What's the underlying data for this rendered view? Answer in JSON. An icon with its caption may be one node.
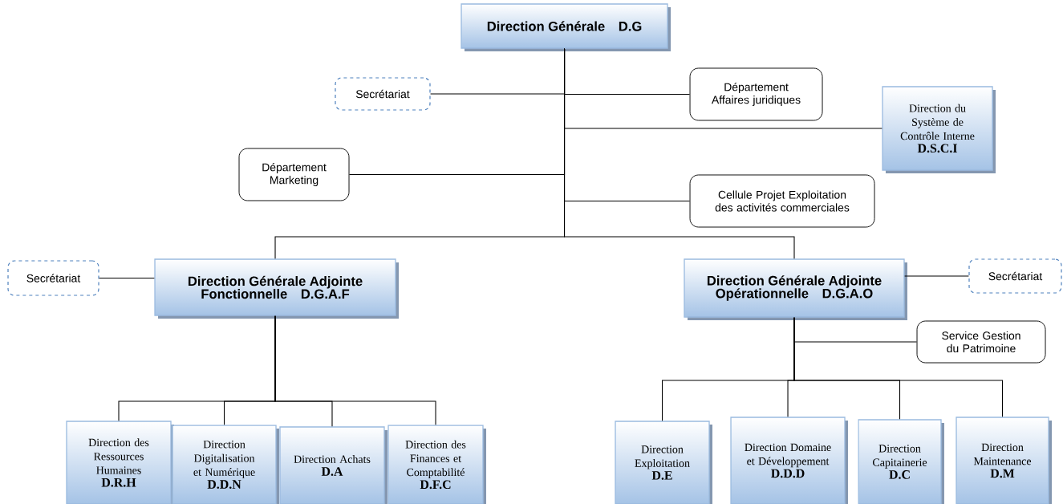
{
  "diagram": {
    "nodes": [
      {
        "text": [
          "Direction Générale",
          "D.G"
        ]
      },
      {
        "text": [
          "Secrétariat"
        ]
      },
      {
        "text": [
          "Département Affaires juridiques"
        ]
      },
      {
        "text": [
          "Direction du Système de Contrôle Interne",
          "D.S.C.I"
        ]
      },
      {
        "text": [
          "Département Marketing"
        ]
      },
      {
        "text": [
          "Cellule Projet Exploitation des activités commerciales"
        ]
      },
      {
        "text": [
          "Direction Générale Adjointe Fonctionnelle",
          "D.G.A.F"
        ]
      },
      {
        "text": [
          "Secrétariat"
        ]
      },
      {
        "text": [
          "Direction Générale Adjointe Opérationnelle",
          "D.G.A.O"
        ]
      },
      {
        "text": [
          "Secrétariat"
        ]
      },
      {
        "text": [
          "Service Gestion du Patrimoine"
        ]
      },
      {
        "text": [
          "Direction des Ressources Humaines",
          "D.R.H"
        ]
      },
      {
        "text": [
          "Direction Digitalisation et Numérique",
          "D.D.N"
        ]
      },
      {
        "text": [
          "Direction Achats",
          "D.A"
        ]
      },
      {
        "text": [
          "Direction des Finances et Comptabilité",
          "D.F.C"
        ]
      },
      {
        "text": [
          "Direction Exploitation",
          "D.E"
        ]
      },
      {
        "text": [
          "Direction Domaine et Développement",
          "D.D.D"
        ]
      },
      {
        "text": [
          "Direction Capitainerie",
          "D.C"
        ]
      },
      {
        "text": [
          "Direction Maintenance",
          "D.M"
        ]
      }
    ],
    "edges": [
      {
        "from": 0,
        "to": 1,
        "arrow": "none"
      },
      {
        "from": 0,
        "to": 2,
        "arrow": "none"
      },
      {
        "from": 0,
        "to": 3,
        "arrow": "none"
      },
      {
        "from": 0,
        "to": 4,
        "arrow": "none"
      },
      {
        "from": 0,
        "to": 5,
        "arrow": "none"
      },
      {
        "from": 0,
        "to": 6,
        "arrow": "none"
      },
      {
        "from": 0,
        "to": 8,
        "arrow": "none"
      },
      {
        "from": 6,
        "to": 7,
        "arrow": "none"
      },
      {
        "from": 8,
        "to": 9,
        "arrow": "none"
      },
      {
        "from": 8,
        "to": 10,
        "arrow": "none"
      },
      {
        "from": 6,
        "to": 11,
        "arrow": "none"
      },
      {
        "from": 6,
        "to": 12,
        "arrow": "none"
      },
      {
        "from": 6,
        "to": 13,
        "arrow": "none"
      },
      {
        "from": 6,
        "to": 14,
        "arrow": "none"
      },
      {
        "from": 8,
        "to": 15,
        "arrow": "none"
      },
      {
        "from": 8,
        "to": 16,
        "arrow": "none"
      },
      {
        "from": 8,
        "to": 17,
        "arrow": "none"
      },
      {
        "from": 8,
        "to": 18,
        "arrow": "none"
      }
    ]
  }
}
